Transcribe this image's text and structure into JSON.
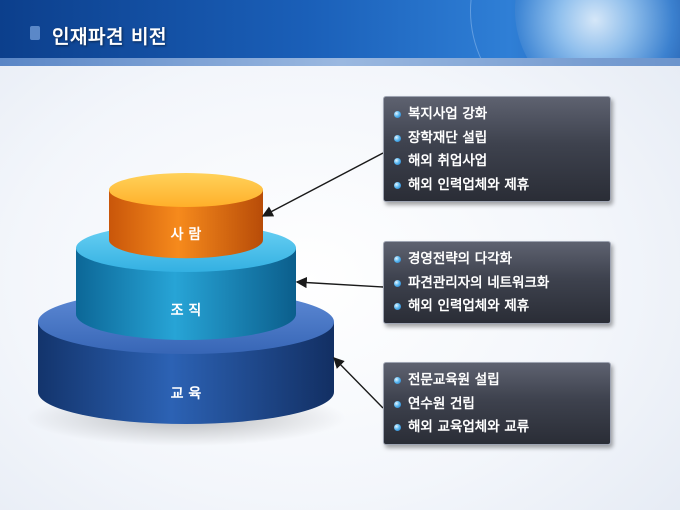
{
  "header": {
    "title": "인재파견 비전"
  },
  "pyramid": {
    "tiers": [
      {
        "label": "사 람"
      },
      {
        "label": "조 직"
      },
      {
        "label": "교 육"
      }
    ]
  },
  "panels": [
    {
      "items": [
        "복지사업 강화",
        "장학재단 설립",
        "해외 취업사업",
        "해외 인력업체와 제휴"
      ]
    },
    {
      "items": [
        "경영전략의 다각화",
        "파견관리자의 네트워크화",
        "해외 인력업체와 제휴"
      ]
    },
    {
      "items": [
        "전문교육원 설립",
        "연수원 건립",
        "해외 교육업체와 교류"
      ]
    }
  ],
  "colors": {
    "top_tier": "#f07a12",
    "middle_tier": "#1c93c8",
    "bottom_tier": "#1f4f98",
    "header": "#1a5fb8"
  }
}
